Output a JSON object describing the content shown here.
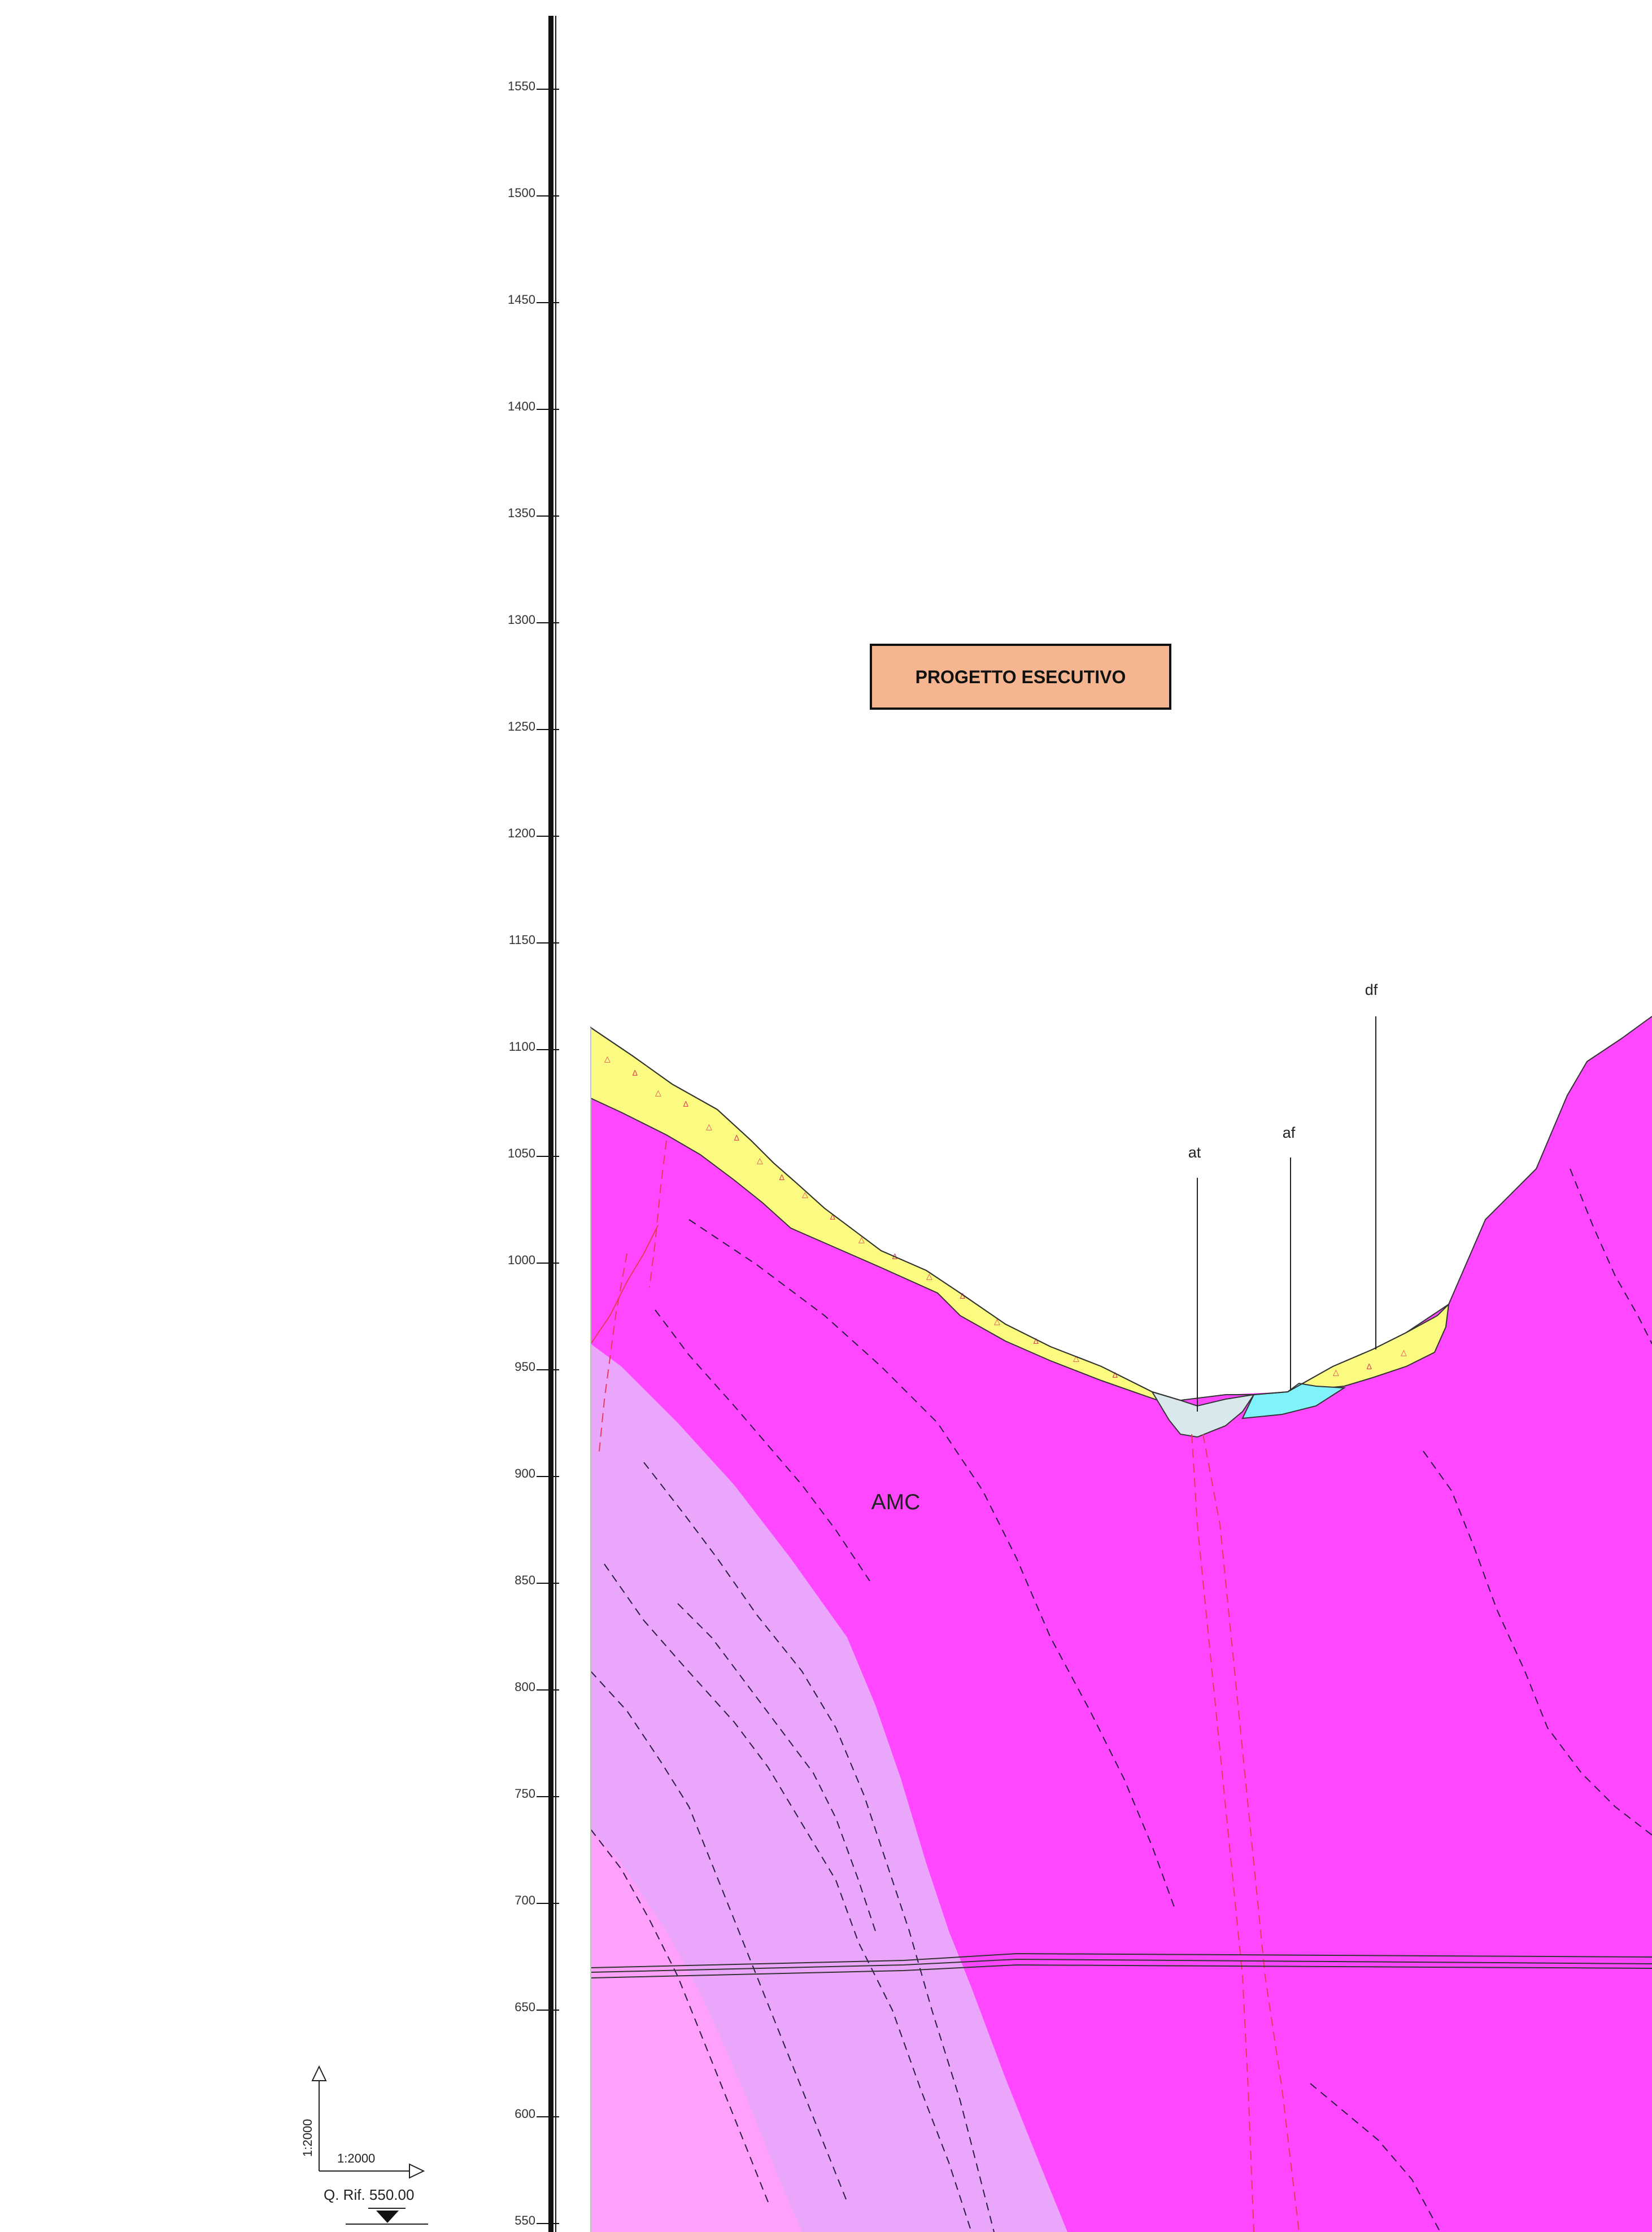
{
  "stamp": {
    "label": "PROGETTO ESECUTIVO",
    "color": "#f4b590"
  },
  "elevation_axis": {
    "ticks": [
      "1550",
      "1500",
      "1450",
      "1400",
      "1350",
      "1300",
      "1250",
      "1200",
      "1150",
      "1100",
      "1050",
      "1000",
      "950",
      "900",
      "850",
      "800",
      "750",
      "700",
      "650",
      "600",
      "550"
    ]
  },
  "callouts": {
    "at": "at",
    "af": "af",
    "df": "df"
  },
  "units": {
    "main": "AMC"
  },
  "scale_block": {
    "vertical_scale": "1:2000",
    "horizontal_scale": "1:2000",
    "reference": "Q. Rif. 550.00"
  },
  "colors": {
    "magenta_unit": "#ff47ff",
    "lilac_unit": "#eaa6fb",
    "pink_unit": "#ffa0fb",
    "debris_yellow": "#fbfb82",
    "alluvial_grey": "#d9e8ec",
    "alluvial_cyan": "#7ff2fb",
    "fault_red": "#e83a5a"
  }
}
